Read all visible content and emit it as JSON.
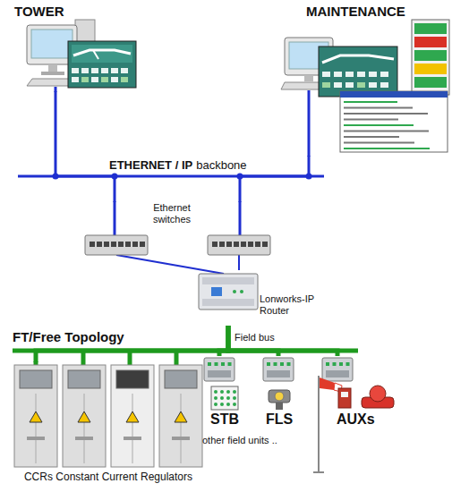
{
  "diagram": {
    "nodes": [
      {
        "text": [
          "TOWER"
        ]
      },
      {
        "text": [
          "MAINTENANCE"
        ]
      },
      {
        "text": [
          "Ethernet switches"
        ]
      },
      {
        "text": [
          "Lonworks-IP Router"
        ]
      },
      {
        "text": [
          "CCRs Constant Current Regulators"
        ]
      },
      {
        "text": [
          "STB"
        ]
      },
      {
        "text": [
          "FLS"
        ]
      },
      {
        "text": [
          "AUXs"
        ]
      }
    ],
    "edges": [
      {
        "from": 0,
        "to": 2,
        "arrow": "none"
      },
      {
        "from": 1,
        "to": 2,
        "arrow": "none"
      },
      {
        "from": 2,
        "to": 3,
        "arrow": "none"
      },
      {
        "from": 3,
        "to": 4,
        "arrow": "none"
      },
      {
        "from": 3,
        "to": 5,
        "arrow": "none"
      },
      {
        "from": 3,
        "to": 6,
        "arrow": "none"
      },
      {
        "from": 3,
        "to": 7,
        "arrow": "none"
      }
    ],
    "labels": [
      "ETHERNET / IP",
      "backbone",
      "FT/Free Topology",
      "Field bus",
      "other field units .."
    ]
  }
}
